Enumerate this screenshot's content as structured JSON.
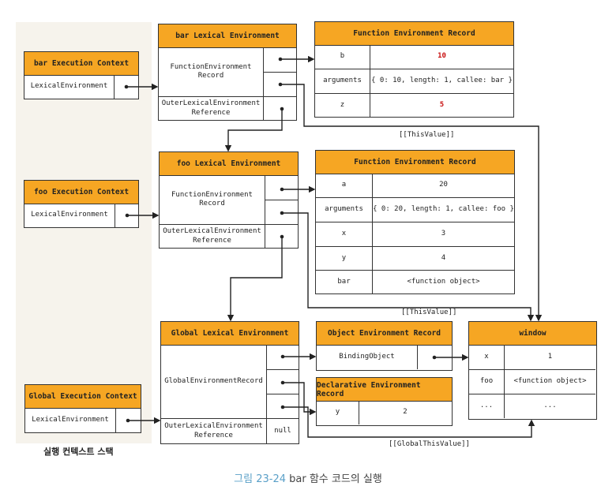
{
  "bar_ec": {
    "title": "bar Execution Context",
    "row": "LexicalEnvironment"
  },
  "bar_le": {
    "title": "bar Lexical Environment",
    "record": "FunctionEnvironment Record",
    "outer": "OuterLexicalEnvironment Reference"
  },
  "bar_fer": {
    "title": "Function Environment Record",
    "rows": [
      {
        "k": "b",
        "v": "10"
      },
      {
        "k": "arguments",
        "v": "{ 0: 10, length: 1, callee: bar }"
      },
      {
        "k": "z",
        "v": "5"
      }
    ],
    "this_label": "[[ThisValue]]"
  },
  "foo_ec": {
    "title": "foo Execution Context",
    "row": "LexicalEnvironment"
  },
  "foo_le": {
    "title": "foo Lexical Environment",
    "record": "FunctionEnvironment Record",
    "outer": "OuterLexicalEnvironment Reference"
  },
  "foo_fer": {
    "title": "Function Environment Record",
    "rows": [
      {
        "k": "a",
        "v": "20"
      },
      {
        "k": "arguments",
        "v": "{ 0: 20, length: 1, callee: foo }"
      },
      {
        "k": "x",
        "v": "3"
      },
      {
        "k": "y",
        "v": "4"
      },
      {
        "k": "bar",
        "v": "<function object>"
      }
    ],
    "this_label": "[[ThisValue]]"
  },
  "global_ec": {
    "title": "Global Execution Context",
    "row": "LexicalEnvironment"
  },
  "global_le": {
    "title": "Global Lexical Environment",
    "record": "GlobalEnvironmentRecord",
    "outer": "OuterLexicalEnvironment Reference",
    "outer_value": "null",
    "global_this_label": "[[GlobalThisValue]]"
  },
  "object_er": {
    "title": "Object Environment Record",
    "row": "BindingObject"
  },
  "decl_er": {
    "title": "Declarative Environment Record",
    "rows": [
      {
        "k": "y",
        "v": "2"
      }
    ]
  },
  "window": {
    "title": "window",
    "rows": [
      {
        "k": "x",
        "v": "1"
      },
      {
        "k": "foo",
        "v": "<function object>"
      },
      {
        "k": "...",
        "v": "..."
      }
    ]
  },
  "stack_label": "실행 컨텍스트 스택",
  "caption": {
    "figure": "그림 23-24",
    "text": " bar 함수 코드의 실행"
  },
  "colors": {
    "header": "#f6a623",
    "highlight": "#c81010",
    "caption_accent": "#5aa0c8"
  }
}
